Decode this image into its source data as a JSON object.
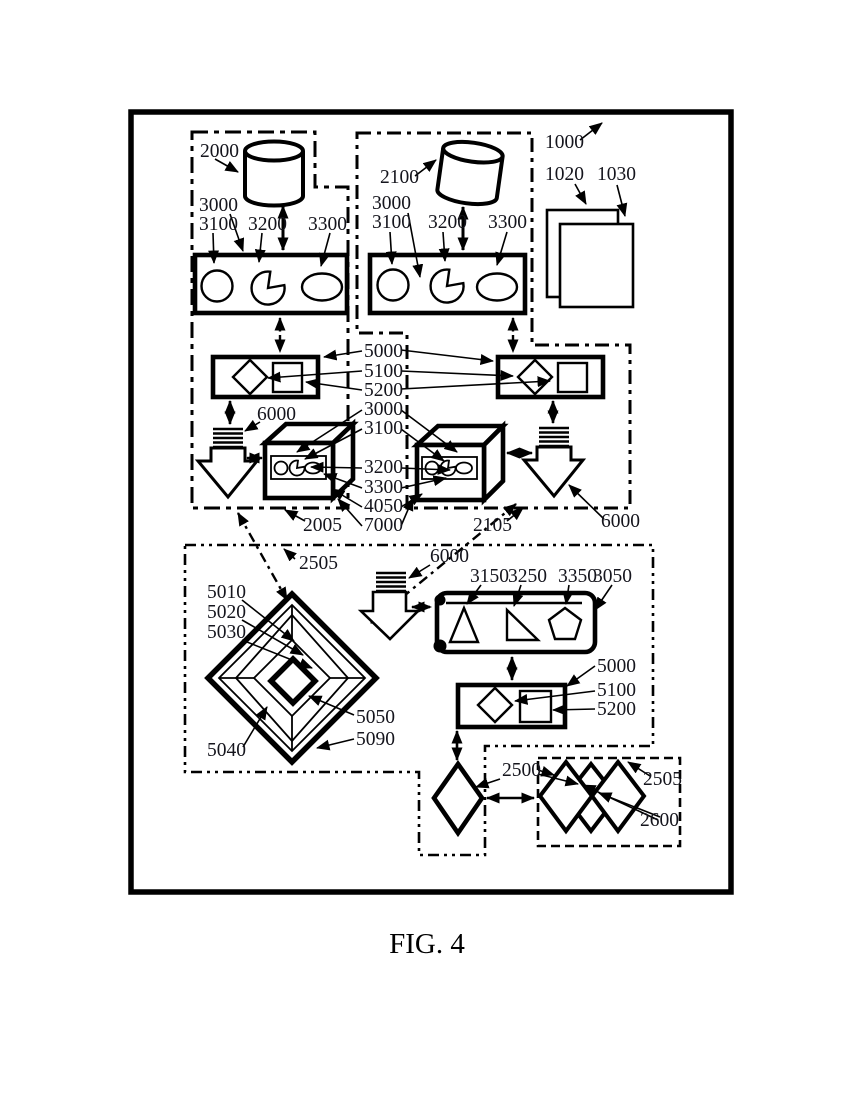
{
  "figure": {
    "caption": "FIG. 4"
  },
  "colors": {
    "ink": "#000000",
    "label_ink": "#15151d",
    "background": "#ffffff"
  },
  "labels": {
    "n1000": "1000",
    "n1020": "1020",
    "n1030": "1030",
    "n2000": "2000",
    "n2100": "2100",
    "n3000a": "3000",
    "n3100a": "3100",
    "n3200a": "3200",
    "n3300a": "3300",
    "n3000b": "3000",
    "n3100b": "3100",
    "n3200b": "3200",
    "n3300b": "3300",
    "n5000a": "5000",
    "n5100a": "5100",
    "n5200a": "5200",
    "n3000c": "3000",
    "n3100c": "3100",
    "n3200c": "3200",
    "n3300c": "3300",
    "n4050": "4050",
    "n7000": "7000",
    "n6000a": "6000",
    "n6000b": "6000",
    "n6000c": "6000",
    "n2005": "2005",
    "n2105": "2105",
    "n2505a": "2505",
    "n2505b": "2505",
    "n5010": "5010",
    "n5020": "5020",
    "n5030": "5030",
    "n5040": "5040",
    "n5050": "5050",
    "n5090": "5090",
    "n3150": "3150",
    "n3250": "3250",
    "n3350": "3350",
    "n3050": "3050",
    "n5000b": "5000",
    "n5100b": "5100",
    "n5200b": "5200",
    "n2500": "2500",
    "n2600": "2600"
  },
  "icons": [
    "cylinder-database-icon",
    "tilted-cylinder-database-icon",
    "circle-icon",
    "pie-wedge-icon",
    "ellipse-icon",
    "diamond-icon",
    "square-icon",
    "coil-spring-icon",
    "hollow-block-arrow-icon",
    "cube-3d-icon",
    "overlapping-pages-icon",
    "nested-diamond-pyramid-icon",
    "tray-scroll-icon",
    "triangle-icon",
    "right-triangle-icon",
    "pentagon-icon",
    "overlapping-diamonds-icon"
  ]
}
